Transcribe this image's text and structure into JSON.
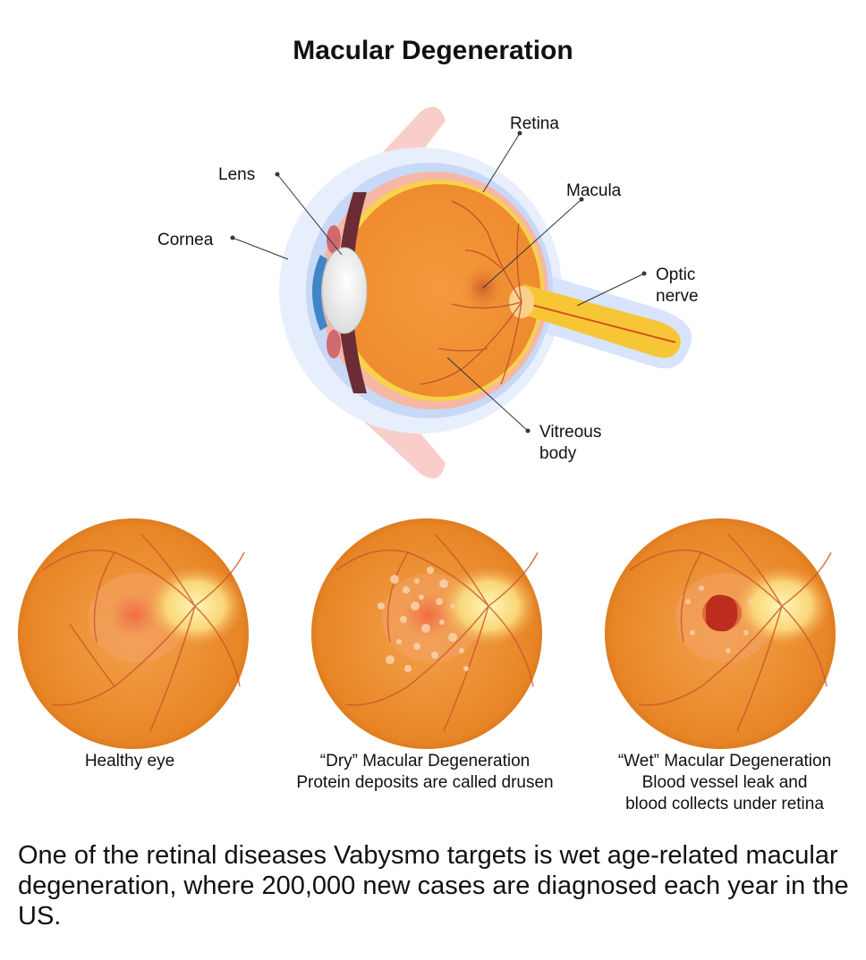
{
  "title": "Macular Degeneration",
  "labels": {
    "lens": "Lens",
    "cornea": "Cornea",
    "retina": "Retina",
    "macula": "Macula",
    "optic_nerve_1": "Optic",
    "optic_nerve_2": "nerve",
    "vitreous_1": "Vitreous",
    "vitreous_2": "body"
  },
  "fundus_views": [
    {
      "title": "Healthy eye",
      "line1": "",
      "line2": ""
    },
    {
      "title": "“Dry” Macular Degeneration",
      "line1": "Protein deposits are called drusen",
      "line2": ""
    },
    {
      "title": "“Wet” Macular Degeneration",
      "line1": "Blood vessel leak and",
      "line2": "blood collects under retina"
    }
  ],
  "summary": "One of the retinal diseases Vabysmo targets is wet age-related macular degeneration, where 200,000 new cases are diagnosed each year in the US.",
  "colors": {
    "eyeball": "#f0943a",
    "retina_layer": "#f6b7a4",
    "sclera_layer": "#dfe9fb",
    "optic_nerve": "#f7c637",
    "cornea": "#3f86c9"
  }
}
